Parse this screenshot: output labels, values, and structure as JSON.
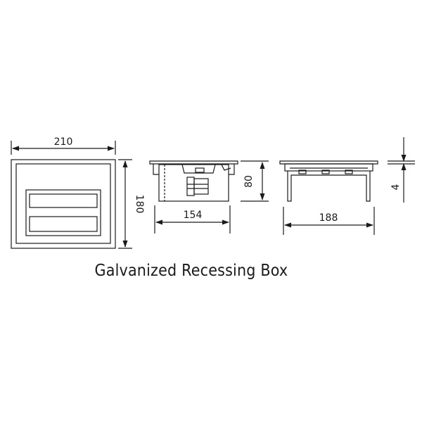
{
  "title": "Galvanized Recessing Box",
  "dimensions": {
    "front_width": "210",
    "front_height": "180",
    "side_height": "80",
    "side_width": "154",
    "back_width": "188",
    "lip_thickness": "4"
  },
  "colors": {
    "line": "#1a1a1a",
    "background": "#ffffff"
  }
}
